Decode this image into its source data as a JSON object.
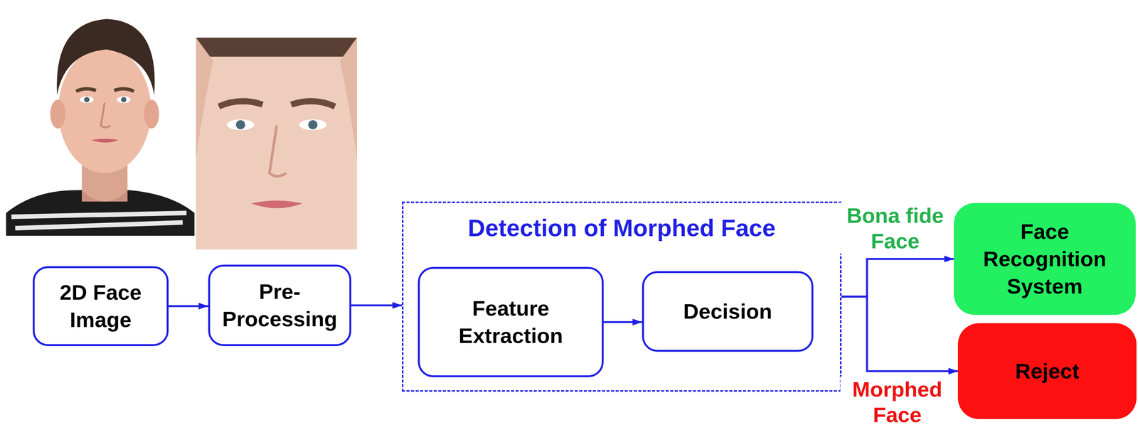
{
  "diagram": {
    "nodes": [
      {
        "text": [
          "2D Face Image"
        ]
      },
      {
        "text": [
          "Pre- Processing"
        ]
      },
      {
        "text": [
          "Detection of Morphed Face"
        ]
      },
      {
        "text": [
          "Feature Extraction"
        ],
        "in": 2
      },
      {
        "text": [
          "Decision"
        ],
        "in": 2
      },
      {
        "text": [
          "Face Recognition System"
        ]
      },
      {
        "text": [
          "Reject"
        ]
      }
    ],
    "edges": [
      {
        "from": 0,
        "to": 1,
        "arrow": "to"
      },
      {
        "from": 1,
        "to": 2,
        "arrow": "to"
      },
      {
        "from": 3,
        "to": 4,
        "arrow": "to"
      },
      {
        "from": 2,
        "to": 5,
        "label": "Bona fide Face",
        "arrow": "to"
      },
      {
        "from": 2,
        "to": 6,
        "label": "Morphed Face",
        "arrow": "to"
      }
    ]
  }
}
